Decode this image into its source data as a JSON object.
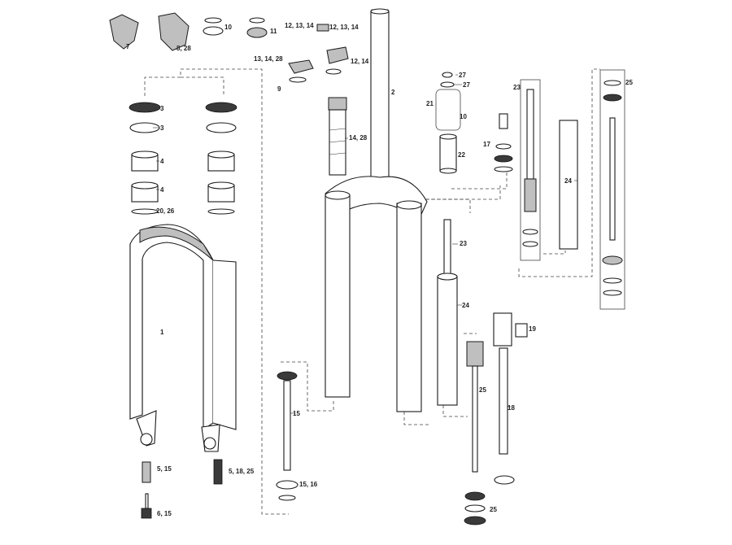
{
  "labels": {
    "l7": "7",
    "l8_28": "8, 28",
    "l10": "10",
    "l11": "11",
    "l12_13_14_a": "12, 13, 14",
    "l12_13_14_b": "12, 13, 14",
    "l13_14_28": "13, 14, 28",
    "l12_14": "12, 14",
    "l9": "9",
    "l2": "2",
    "l27_a": "27",
    "l27_b": "27",
    "l21": "21",
    "l10b": "10",
    "l22": "22",
    "l23_a": "23",
    "l25_a": "25",
    "l17": "17",
    "l24_a": "24",
    "l3_a": "3",
    "l3_b": "3",
    "l4_a": "4",
    "l4_b": "4",
    "l20_26": "20, 26",
    "l14_28": "14, 28",
    "l1": "1",
    "l23_b": "23",
    "l24_b": "24",
    "l19": "19",
    "l25_b": "25",
    "l18": "18",
    "l15": "15",
    "l15_16": "15, 16",
    "l5_15": "5, 15",
    "l5_18_25": "5, 18, 25",
    "l6_15": "6, 15",
    "l25_c": "25"
  }
}
